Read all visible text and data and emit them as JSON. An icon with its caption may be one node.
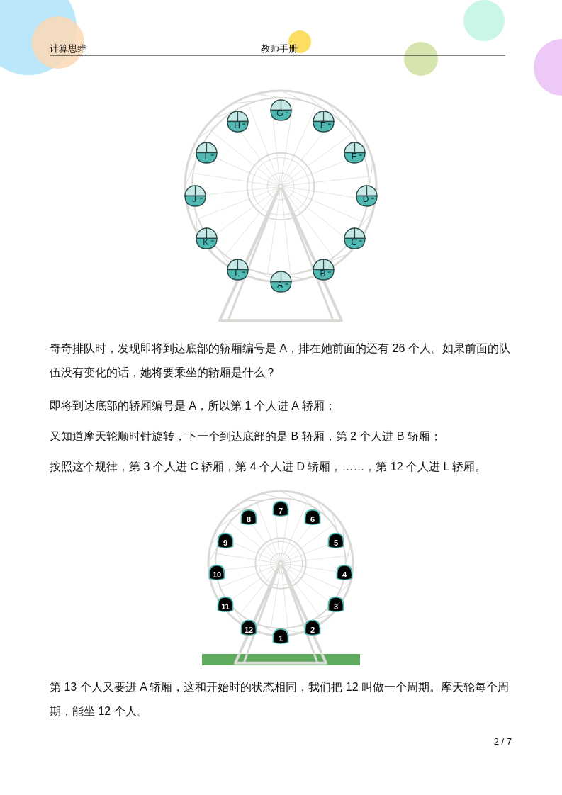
{
  "diagram": {
    "nodes": [
      {
        "text": [
          "A"
        ]
      },
      {
        "text": [
          "B"
        ]
      },
      {
        "text": [
          "C"
        ]
      },
      {
        "text": [
          "D"
        ]
      },
      {
        "text": [
          "E"
        ]
      },
      {
        "text": [
          "F"
        ]
      },
      {
        "text": [
          "G"
        ]
      },
      {
        "text": [
          "H"
        ]
      },
      {
        "text": [
          "I"
        ]
      },
      {
        "text": [
          "J"
        ]
      },
      {
        "text": [
          "K"
        ]
      },
      {
        "text": [
          "L"
        ]
      },
      {
        "text": [
          "1"
        ]
      },
      {
        "text": [
          "2"
        ]
      },
      {
        "text": [
          "3"
        ]
      },
      {
        "text": [
          "4"
        ]
      },
      {
        "text": [
          "5"
        ]
      },
      {
        "text": [
          "6"
        ]
      },
      {
        "text": [
          "7"
        ]
      },
      {
        "text": [
          "8"
        ]
      },
      {
        "text": [
          "9"
        ]
      },
      {
        "text": [
          "10"
        ]
      },
      {
        "text": [
          "11"
        ]
      },
      {
        "text": [
          "12"
        ]
      }
    ],
    "labels": [
      "计算思维",
      "教师手册",
      "奇奇排队时，发现即将到达底部的轿厢编号是 A，排在她前面的还有 26 个人。如果前面的队伍没有变化的话，她将要乘坐的轿厢是什么？",
      "即将到达底部的轿厢编号是 A，所以第 1 个人进 A 轿厢；",
      "又知道摩天轮顺时针旋转，下一个到达底部的是 B 轿厢，第 2 个人进 B 轿厢；",
      "按照这个规律，第 3 个人进 C 轿厢，第 4 个人进 D 轿厢，……，第 12 个人进 L 轿厢。",
      "第 13 个人又要进 A 轿厢，这和开始时的状态相同，我们把 12 叫做一个周期。摩天轮每个周期，能坐 12 个人。",
      "2 / 7"
    ]
  }
}
